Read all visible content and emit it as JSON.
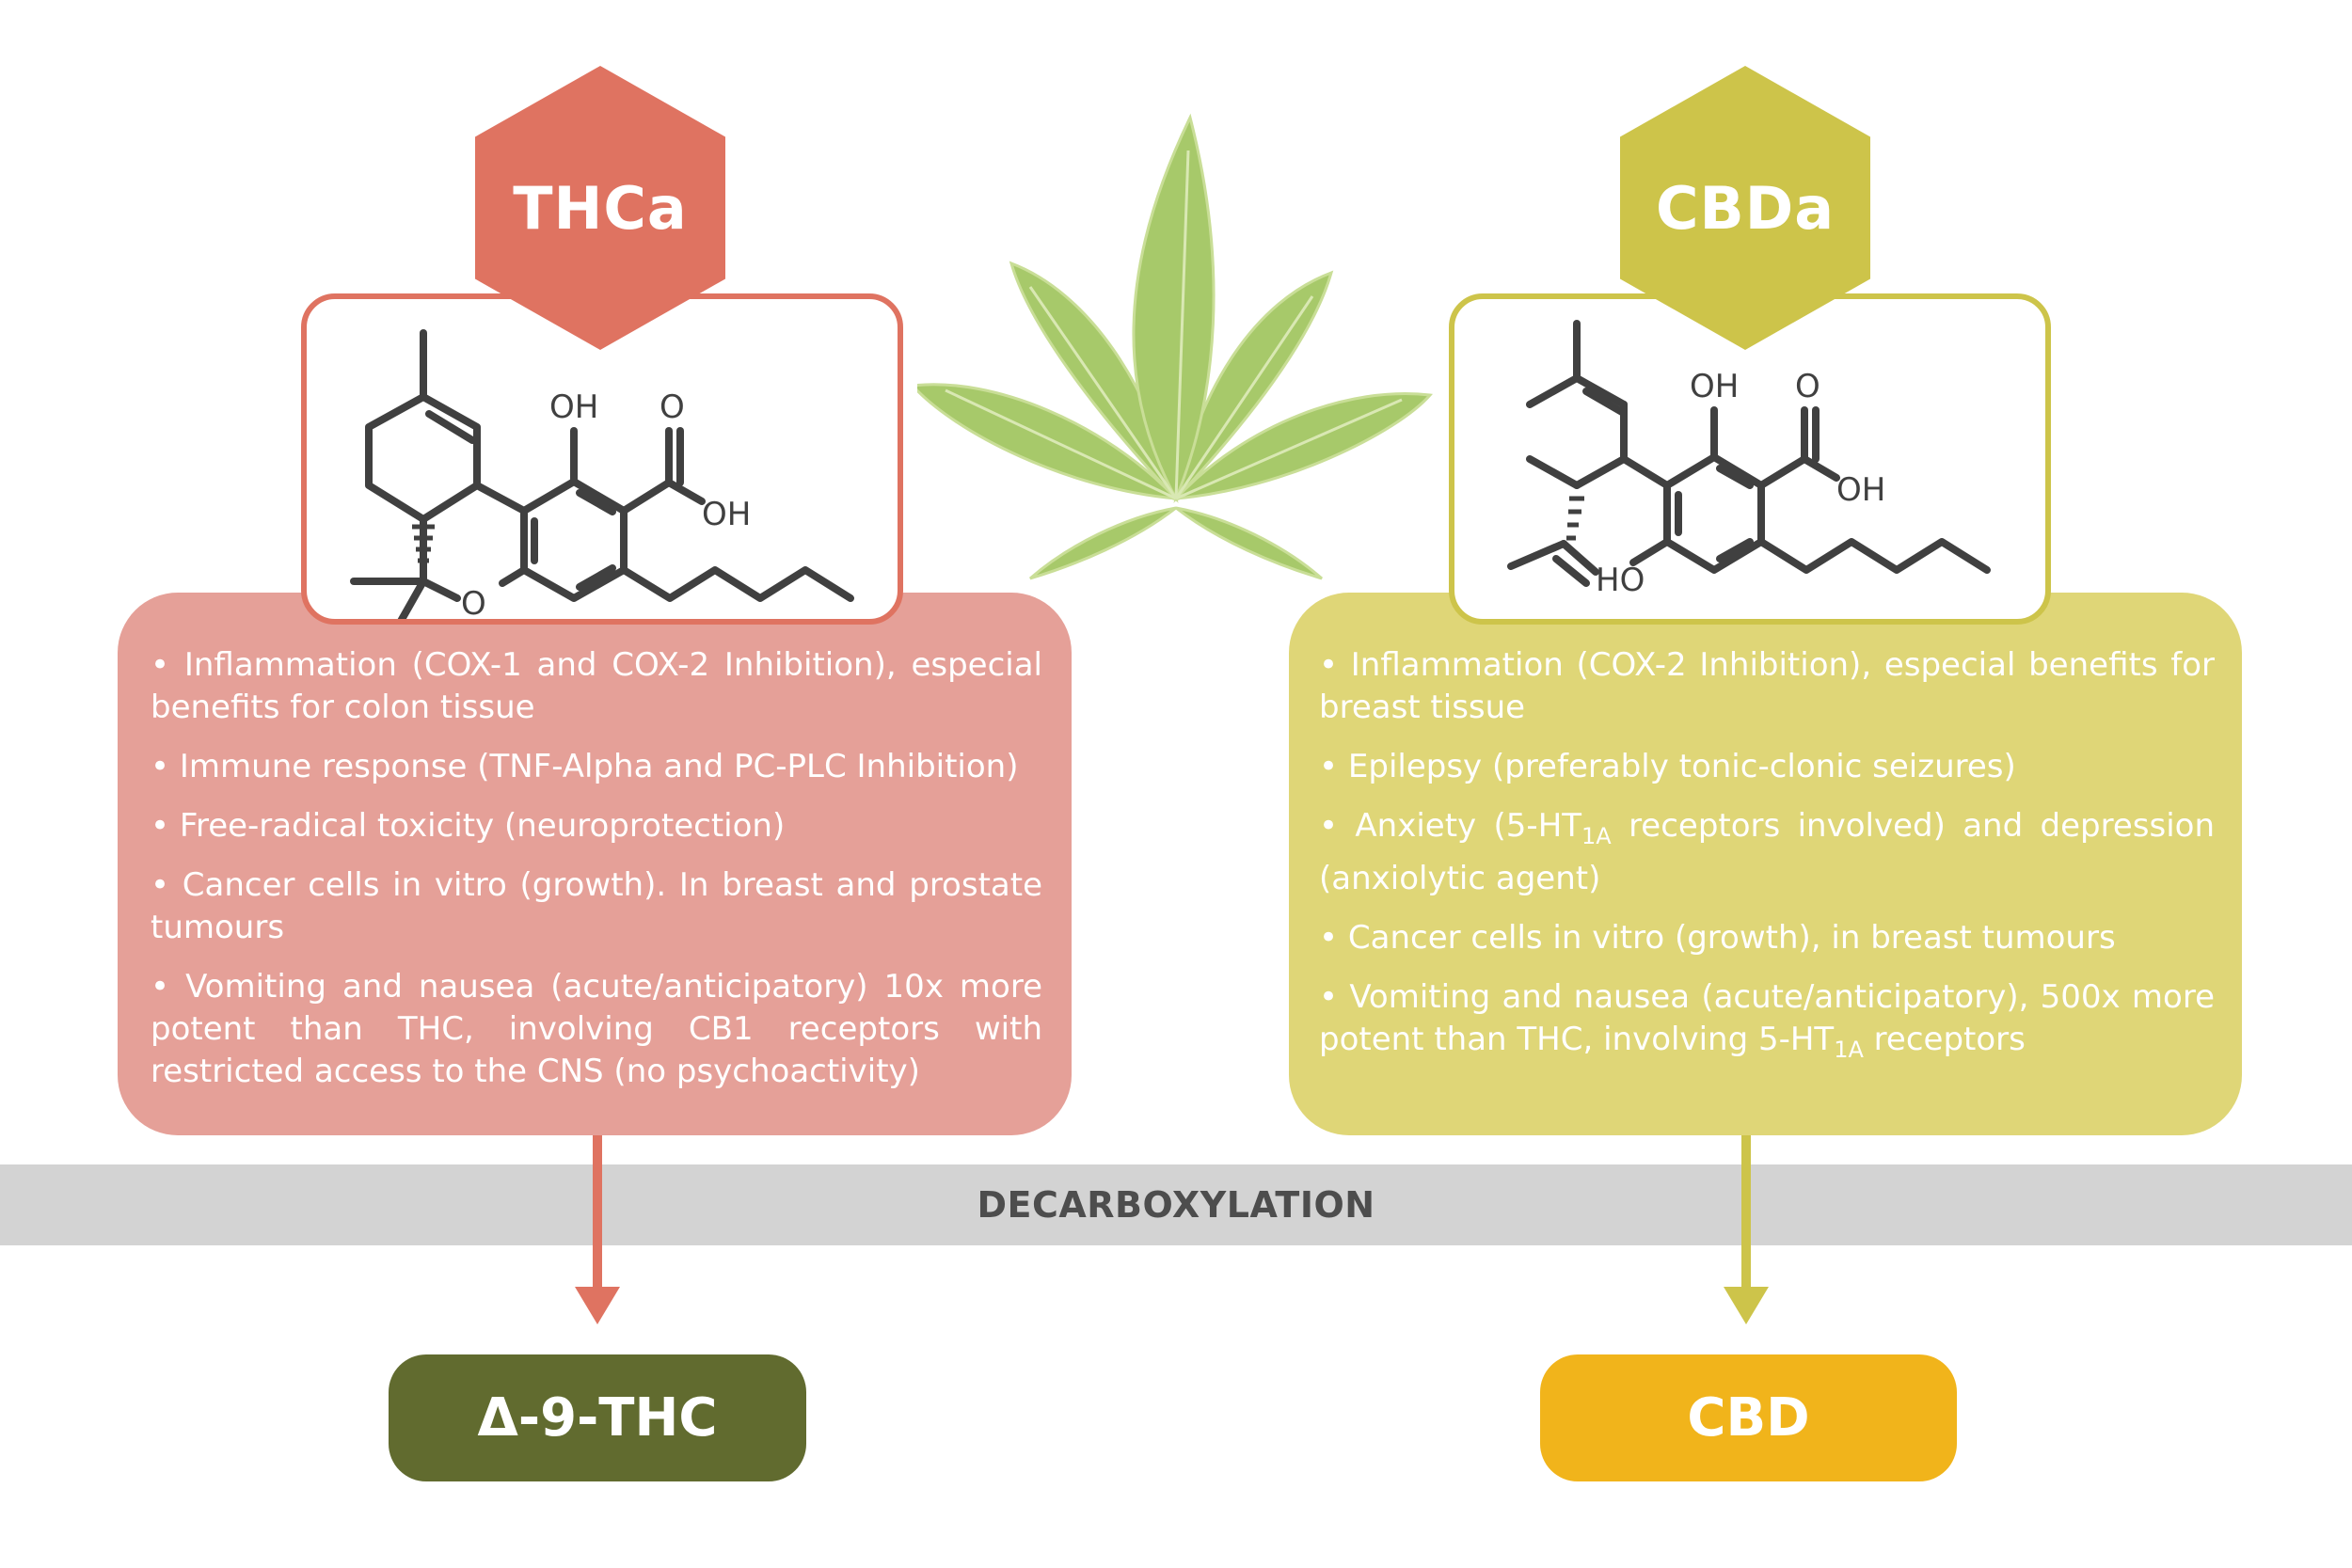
{
  "process_label": "DECARBOXYLATION",
  "left": {
    "acid_name": "THCa",
    "product": "Δ-9-THC",
    "benefits": [
      "Inflammation (COX-1 and COX-2 Inhibition), especial benefits for colon tissue",
      "Immune response (TNF-Alpha and PC-PLC Inhibition)",
      "Free-radical toxicity (neuroprotection)",
      "Cancer cells in vitro (growth). In breast and prostate tumours",
      "Vomiting and nausea (acute/anticipatory) 10x more potent than THC, involving CB1 receptors with restricted access to the CNS (no psychoactivity)"
    ],
    "molecule_labels": {
      "oh_top": "OH",
      "oxo": "O",
      "oh_acid": "OH",
      "ring_o": "O"
    }
  },
  "right": {
    "acid_name": "CBDa",
    "product": "CBD",
    "benefits": {
      "b1": "Inflammation (COX-2 Inhibition), especial benefits for breast tissue",
      "b2": "Epilepsy (preferably tonic-clonic seizures)",
      "b3_pre": "Anxiety (5-HT",
      "b3_sub": "1A",
      "b3_post": " receptors involved) and depression (anxiolytic agent)",
      "b4": "Cancer cells in vitro (growth), in breast tumours",
      "b5_pre": "Vomiting and nausea (acute/anticipatory), 500x more potent than THC, involving 5-HT",
      "b5_sub": "1A",
      "b5_post": " receptors"
    },
    "molecule_labels": {
      "oh_top": "OH",
      "oxo": "O",
      "oh_acid": "OH",
      "ho": "HO"
    }
  },
  "colors": {
    "thc_red": "#df7361",
    "thc_panel": "#e5a098",
    "cbd_olive": "#cdc44a",
    "cbd_panel": "#dfd677",
    "thc_product": "#616b2f",
    "cbd_product": "#f1b41b",
    "band_gray": "#d3d3d3",
    "leaf_green": "#a7c96a"
  },
  "icons": [
    "cannabis-leaf-icon",
    "thca-molecule-icon",
    "cbda-molecule-icon",
    "arrow-down-icon"
  ]
}
